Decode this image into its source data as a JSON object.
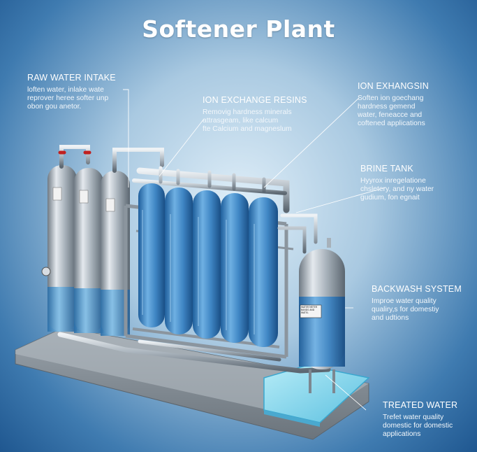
{
  "title": "Softener Plant",
  "callouts": {
    "raw_water_intake": {
      "title": "RAW WATER INTAKE",
      "lines": [
        "loften water, inlake wate",
        "reprover heree softer unp",
        "obon gou anetor."
      ]
    },
    "ion_exchange_resins": {
      "title": "ION EXCHANGE RESINS",
      "lines": [
        "Removig hardness minerals",
        "attrasgeam, like calcum",
        "fte Calcium and magneslum"
      ]
    },
    "ion_exchangsin": {
      "title": "ION EXHANGSIN",
      "lines": [
        "Soften ion goechang",
        "hardness gemend",
        "water, feneacce and",
        "coftened applications"
      ]
    },
    "brine_tank": {
      "title": "BRINE TANK",
      "lines": [
        "Hyyrox inregelatione",
        "chsletery, and ny water",
        "gudium, fon egnait"
      ]
    },
    "backwash_system": {
      "title": "BACKWASH SYSTEM",
      "lines": [
        "Improe water quality",
        "qualiry,s for domestiy",
        "and udtions"
      ]
    },
    "treated_water": {
      "title": "TREATED WATER",
      "lines": [
        "Trefet water quality",
        "domestic for domestic",
        "applications"
      ]
    }
  },
  "tank_label": {
    "lines": [
      "WATER METER",
      "BANDS AND WATEL"
    ]
  },
  "colors": {
    "background_center": "#dfeef8",
    "background_edge": "#1f5790",
    "steel": "#a7b1ba",
    "resin_blue": "#3f86c4",
    "water": "#7fd0ea"
  }
}
